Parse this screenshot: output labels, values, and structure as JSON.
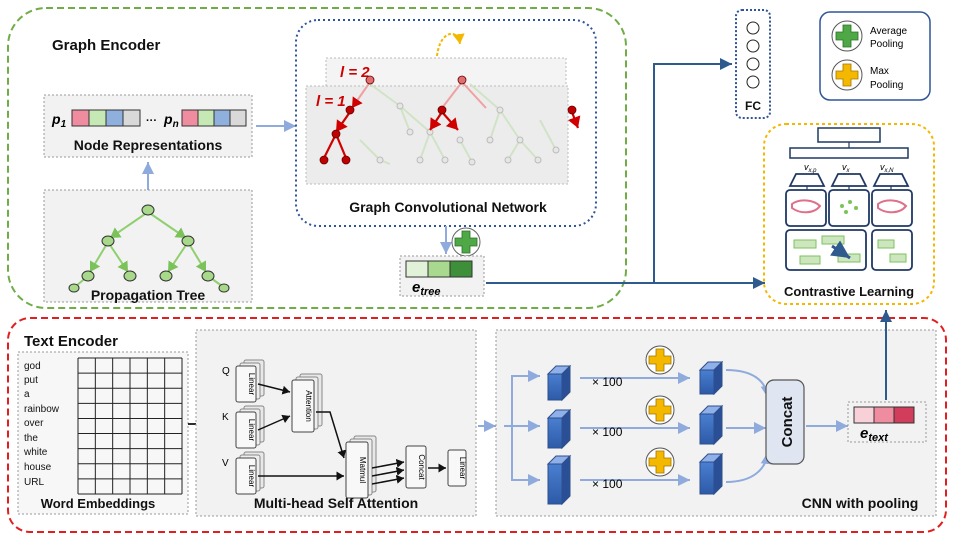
{
  "graph_encoder": {
    "title": "Graph Encoder",
    "node_repr": {
      "p1": "p",
      "p1_sub": "1",
      "ellipsis": "···",
      "pn": "p",
      "pn_sub": "n",
      "label": "Node Representations"
    },
    "propagation_tree_label": "Propagation Tree",
    "gcn": {
      "label": "Graph Convolutional Network",
      "layer2": "l = 2",
      "layer1": "l = 1"
    },
    "e_tree": "e",
    "e_tree_sub": "tree"
  },
  "fc_label": "FC",
  "legend": {
    "average_line1": "Average",
    "average_line2": "Pooling",
    "max_line1": "Max",
    "max_line2": "Pooling"
  },
  "contrastive": {
    "label": "Contrastive Learning",
    "v_left": "v",
    "v_left_sub": "x,p",
    "v_mid": "v",
    "v_mid_sub": "x",
    "v_right": "v",
    "v_right_sub": "x,N"
  },
  "text_encoder": {
    "title": "Text Encoder",
    "words": [
      "god",
      "put",
      "a",
      "rainbow",
      "over",
      "the",
      "white",
      "house",
      "URL"
    ],
    "word_embeddings_label": "Word Embeddings",
    "attention": {
      "q": "Q",
      "k": "K",
      "v": "V",
      "linear": "Linear",
      "attention": "Attention",
      "matmul": "Matmul",
      "concat": "Concat",
      "label": "Multi-head Self Attention"
    },
    "cnn": {
      "times": [
        "× 100",
        "× 100",
        "× 100"
      ],
      "concat": "Concat",
      "label": "CNN with pooling"
    },
    "e_text": "e",
    "e_text_sub": "text"
  },
  "colors": {
    "graph_border": "#70ad47",
    "text_border": "#e02020",
    "gcn_border": "#2f5597",
    "contrastive_border": "#f5b800",
    "arrow_blue": "#8faadc",
    "arrow_dark": "#2e5a8e",
    "cube_blue": "#3a6fc4",
    "tree_green": "#8fcf6f",
    "red_node": "#c00000"
  }
}
